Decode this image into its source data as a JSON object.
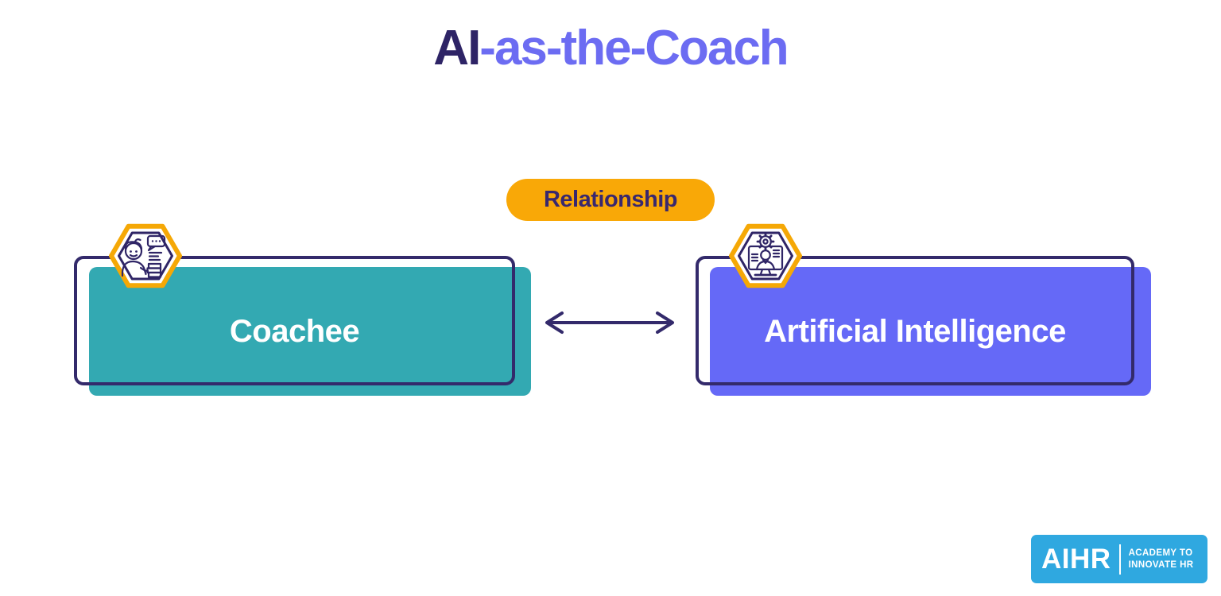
{
  "title": {
    "dark": "AI",
    "light": "-as-the-Coach"
  },
  "relationship": {
    "label": "Relationship"
  },
  "nodes": {
    "left": {
      "label": "Coachee",
      "icon": "coachee-person-chat-icon",
      "fill_color": "#33A9B2"
    },
    "right": {
      "label": "Artificial Intelligence",
      "icon": "ai-computer-gear-icon",
      "fill_color": "#6569F7"
    }
  },
  "connector": {
    "type": "double-headed-arrow",
    "color": "#332A6B"
  },
  "logo": {
    "wordmark": "AIHR",
    "tagline_line1": "ACADEMY TO",
    "tagline_line2": "INNOVATE HR",
    "background_color": "#2FA8E0"
  },
  "colors": {
    "title_dark": "#2E2466",
    "title_light": "#6C6CF2",
    "pill_background": "#F9A807",
    "pill_text": "#39286E",
    "outline": "#332A6B",
    "hexagon_border": "#F5A806",
    "teal_box": "#33A9B2",
    "purple_box": "#6569F7",
    "logo_blue": "#2FA8E0",
    "background": "#FFFFFF"
  }
}
